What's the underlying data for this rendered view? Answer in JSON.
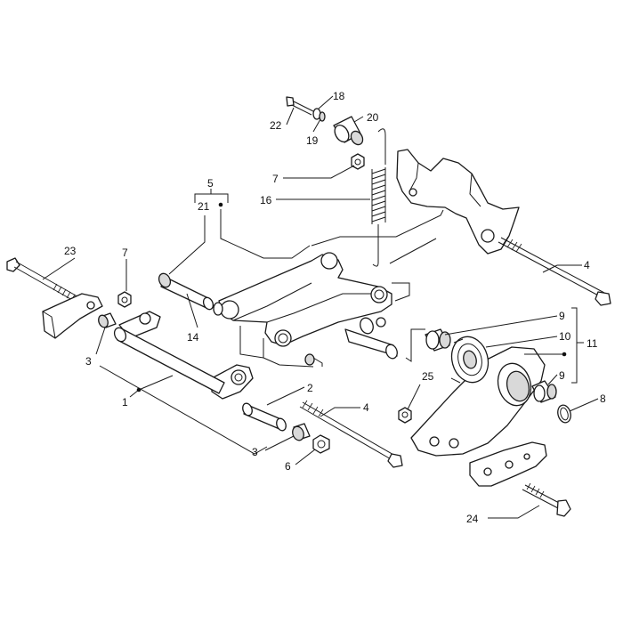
{
  "diagram": {
    "callouts": [
      {
        "id": "c1",
        "label": "1"
      },
      {
        "id": "c2",
        "label": "2"
      },
      {
        "id": "c3a",
        "label": "3"
      },
      {
        "id": "c3b",
        "label": "3"
      },
      {
        "id": "c4a",
        "label": "4"
      },
      {
        "id": "c4b",
        "label": "4"
      },
      {
        "id": "c5",
        "label": "5"
      },
      {
        "id": "c6",
        "label": "6"
      },
      {
        "id": "c7a",
        "label": "7"
      },
      {
        "id": "c7b",
        "label": "7"
      },
      {
        "id": "c8",
        "label": "8"
      },
      {
        "id": "c9a",
        "label": "9"
      },
      {
        "id": "c9b",
        "label": "9"
      },
      {
        "id": "c10",
        "label": "10"
      },
      {
        "id": "c11",
        "label": "11"
      },
      {
        "id": "c14",
        "label": "14"
      },
      {
        "id": "c16",
        "label": "16"
      },
      {
        "id": "c18",
        "label": "18"
      },
      {
        "id": "c19",
        "label": "19"
      },
      {
        "id": "c20",
        "label": "20"
      },
      {
        "id": "c21",
        "label": "21"
      },
      {
        "id": "c22",
        "label": "22"
      },
      {
        "id": "c23",
        "label": "23"
      },
      {
        "id": "c24",
        "label": "24"
      },
      {
        "id": "c25",
        "label": "25"
      }
    ],
    "colors": {
      "ink": "#1a1a1a",
      "part_fill": "#ffffff",
      "shade": "#d9d9d9"
    }
  }
}
